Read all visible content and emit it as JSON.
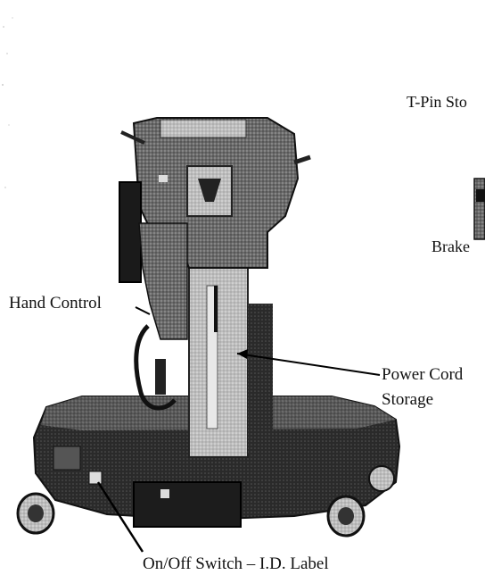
{
  "labels": {
    "tpin_storage": "T-Pin Sto",
    "brake": "Brake",
    "hand_control": "Hand Control",
    "power_cord_line1": "Power Cord",
    "power_cord_line2": "Storage",
    "onoff_switch": "On/Off Switch – I.D. Label"
  }
}
